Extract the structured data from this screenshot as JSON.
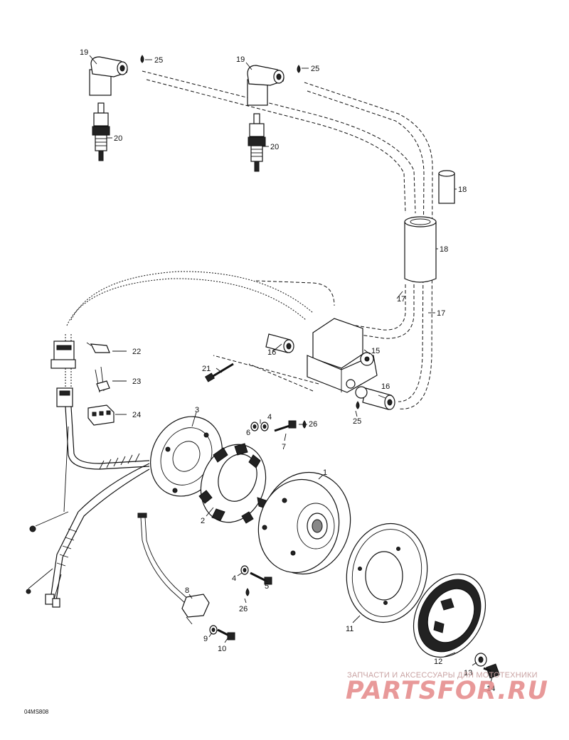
{
  "diagram": {
    "reference_code": "04MS808",
    "callouts": [
      {
        "id": "c19a",
        "label": "19"
      },
      {
        "id": "c25a",
        "label": "25"
      },
      {
        "id": "c19b",
        "label": "19"
      },
      {
        "id": "c25b",
        "label": "25"
      },
      {
        "id": "c20a",
        "label": "20"
      },
      {
        "id": "c20b",
        "label": "20"
      },
      {
        "id": "c18a",
        "label": "18"
      },
      {
        "id": "c18b",
        "label": "18"
      },
      {
        "id": "c17a",
        "label": "17"
      },
      {
        "id": "c17b",
        "label": "17"
      },
      {
        "id": "c16a",
        "label": "16"
      },
      {
        "id": "c15",
        "label": "15"
      },
      {
        "id": "c16b",
        "label": "16"
      },
      {
        "id": "c21",
        "label": "21"
      },
      {
        "id": "c22",
        "label": "22"
      },
      {
        "id": "c23",
        "label": "23"
      },
      {
        "id": "c24",
        "label": "24"
      },
      {
        "id": "c25c",
        "label": "25"
      },
      {
        "id": "c3",
        "label": "3"
      },
      {
        "id": "c4a",
        "label": "4"
      },
      {
        "id": "c6",
        "label": "6"
      },
      {
        "id": "c26a",
        "label": "26"
      },
      {
        "id": "c7",
        "label": "7"
      },
      {
        "id": "c1",
        "label": "1"
      },
      {
        "id": "c2",
        "label": "2"
      },
      {
        "id": "c4b",
        "label": "4"
      },
      {
        "id": "c5",
        "label": "5"
      },
      {
        "id": "c26b",
        "label": "26"
      },
      {
        "id": "c8",
        "label": "8"
      },
      {
        "id": "c9",
        "label": "9"
      },
      {
        "id": "c10",
        "label": "10"
      },
      {
        "id": "c11",
        "label": "11"
      },
      {
        "id": "c12",
        "label": "12"
      },
      {
        "id": "c13",
        "label": "13"
      },
      {
        "id": "c14",
        "label": "14"
      }
    ]
  },
  "watermark": {
    "line1": "ЗАПЧАСТИ И АКСЕССУАРЫ ДЛЯ МОТОТЕХНИКИ",
    "line2": "PARTSFOR.RU",
    "color": "#e58888"
  }
}
